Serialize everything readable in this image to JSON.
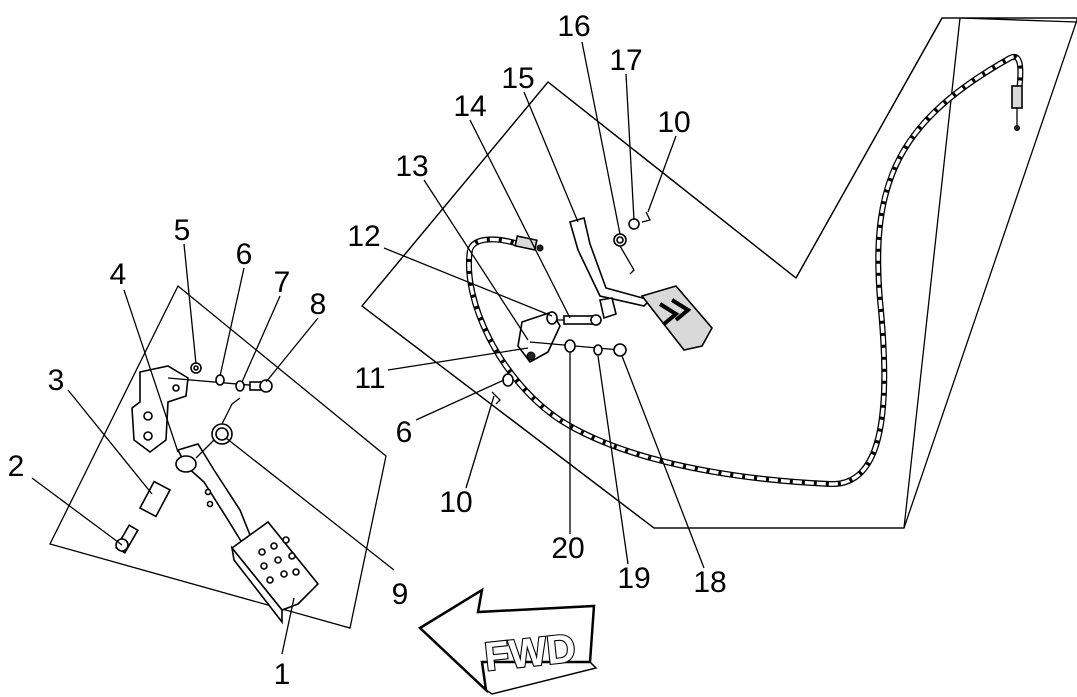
{
  "callouts": [
    "1",
    "2",
    "3",
    "4",
    "5",
    "6",
    "7",
    "8",
    "9",
    "10",
    "11",
    "12",
    "13",
    "14",
    "15",
    "16",
    "17",
    "18",
    "19",
    "20"
  ],
  "repeat_callouts": {
    "six_b": "6",
    "ten_b": "10"
  },
  "fwd_arrow": {
    "label": "FWD"
  }
}
